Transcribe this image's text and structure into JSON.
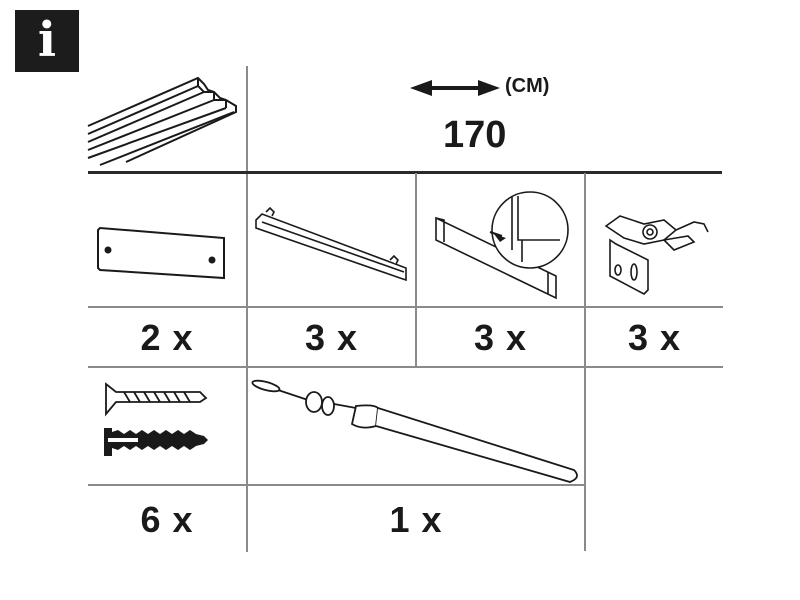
{
  "info_badge": {
    "glyph": "i",
    "icon": "info-icon"
  },
  "header": {
    "dimension_arrow_icon": "double-arrow-horizontal-icon",
    "unit_label": "(CM)",
    "length_value": "170",
    "rail_image": "curtain-track-rail"
  },
  "parts": [
    {
      "name": "end-cap-plate",
      "quantity": "2 x"
    },
    {
      "name": "glider-runner",
      "quantity": "3 x"
    },
    {
      "name": "panel-slat-with-detail",
      "quantity": "3 x"
    },
    {
      "name": "ceiling-bracket",
      "quantity": "3 x"
    },
    {
      "name": "screws-and-wall-plugs",
      "quantity": "6 x"
    },
    {
      "name": "draw-wand",
      "quantity": "1 x"
    }
  ],
  "colors": {
    "line": "#8a8a8a",
    "thick_line": "#2a2a2a",
    "badge_bg": "#1c1c1c",
    "text": "#1a1a1a"
  }
}
